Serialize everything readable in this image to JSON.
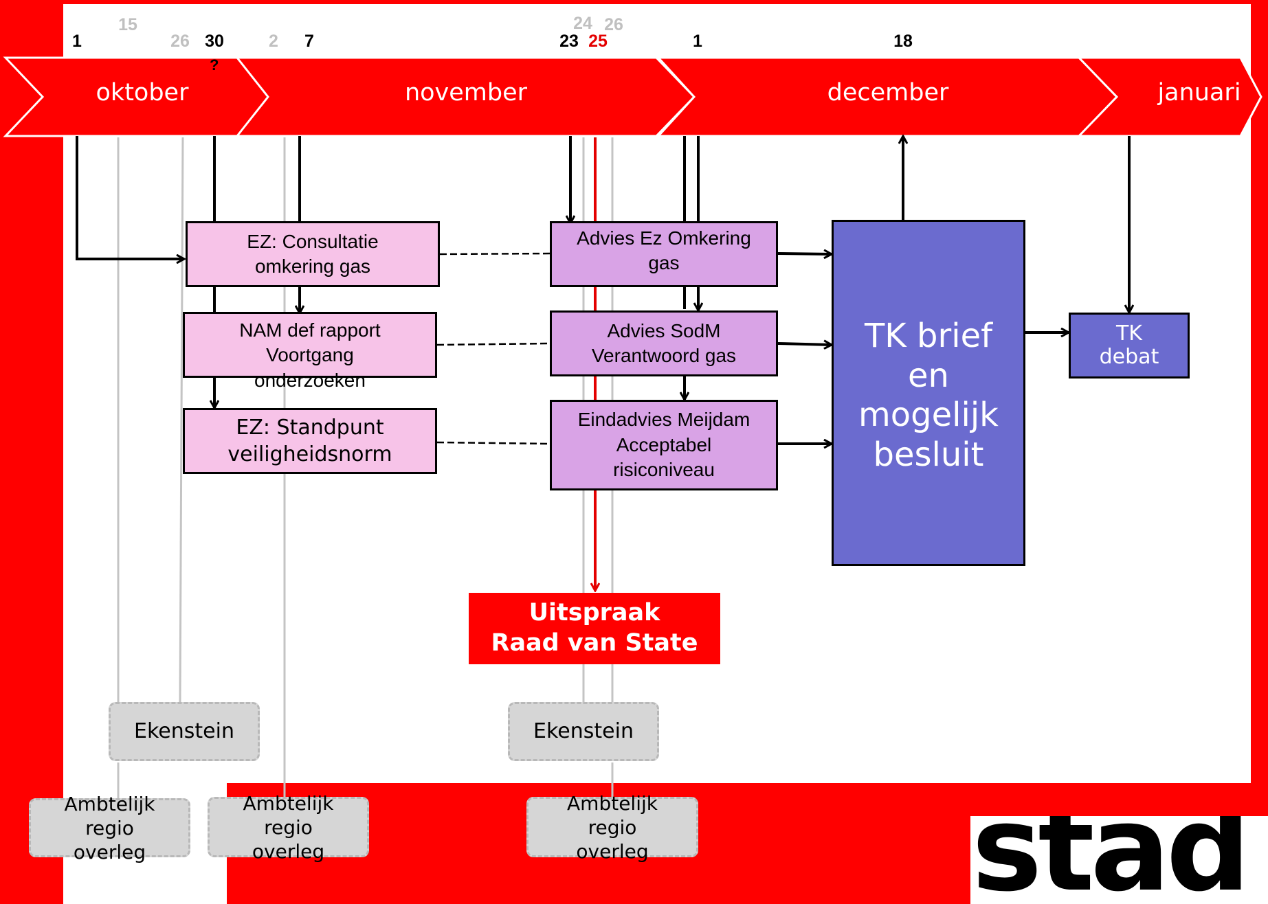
{
  "timeline": {
    "months": [
      {
        "key": "oktober",
        "label": "oktober"
      },
      {
        "key": "november",
        "label": "november"
      },
      {
        "key": "december",
        "label": "december"
      },
      {
        "key": "januari",
        "label": "januari"
      }
    ],
    "dates": {
      "okt_1": "1",
      "okt_15": "15",
      "okt_26": "26",
      "okt_30": "30",
      "okt_30_note": "?",
      "nov_2": "2",
      "nov_7": "7",
      "nov_23": "23",
      "nov_24": "24",
      "nov_25": "25",
      "nov_26": "26",
      "dec_1": "1",
      "dec_18": "18"
    }
  },
  "boxes": {
    "ez_consultatie": "EZ: Consultatie\nomkering gas",
    "nam_rapport": "NAM def  rapport\nVoortgang\nonderzoeken",
    "ez_standpunt": "EZ: Standpunt\nveiligheidsnorm",
    "advies_ez": "Advies Ez Omkering\ngas",
    "advies_sodm": "Advies SodM\nVerantwoord gas",
    "eindadvies": "Eindadvies Meijdam\nAcceptabel\nrisiconiveau",
    "tk_brief": "TK brief\nen\nmogelijk\nbesluit",
    "tk_debat": "TK\ndebat"
  },
  "uitspraak": "Uitspraak\nRaad van State",
  "meetings": {
    "ekenstein_1": "Ekenstein",
    "ekenstein_2": "Ekenstein",
    "ambtelijk_1": "Ambtelijk\nregio\noverleg",
    "ambtelijk_2": "Ambtelijk\nregio\noverleg",
    "ambtelijk_3": "Ambtelijk\nregio\noverleg"
  },
  "logo": "stad",
  "colors": {
    "background": "#ff0000",
    "pink": "#f7c3e8",
    "violet": "#d9a3e6",
    "blue": "#6b6bcf",
    "gray": "#d6d6d6"
  }
}
